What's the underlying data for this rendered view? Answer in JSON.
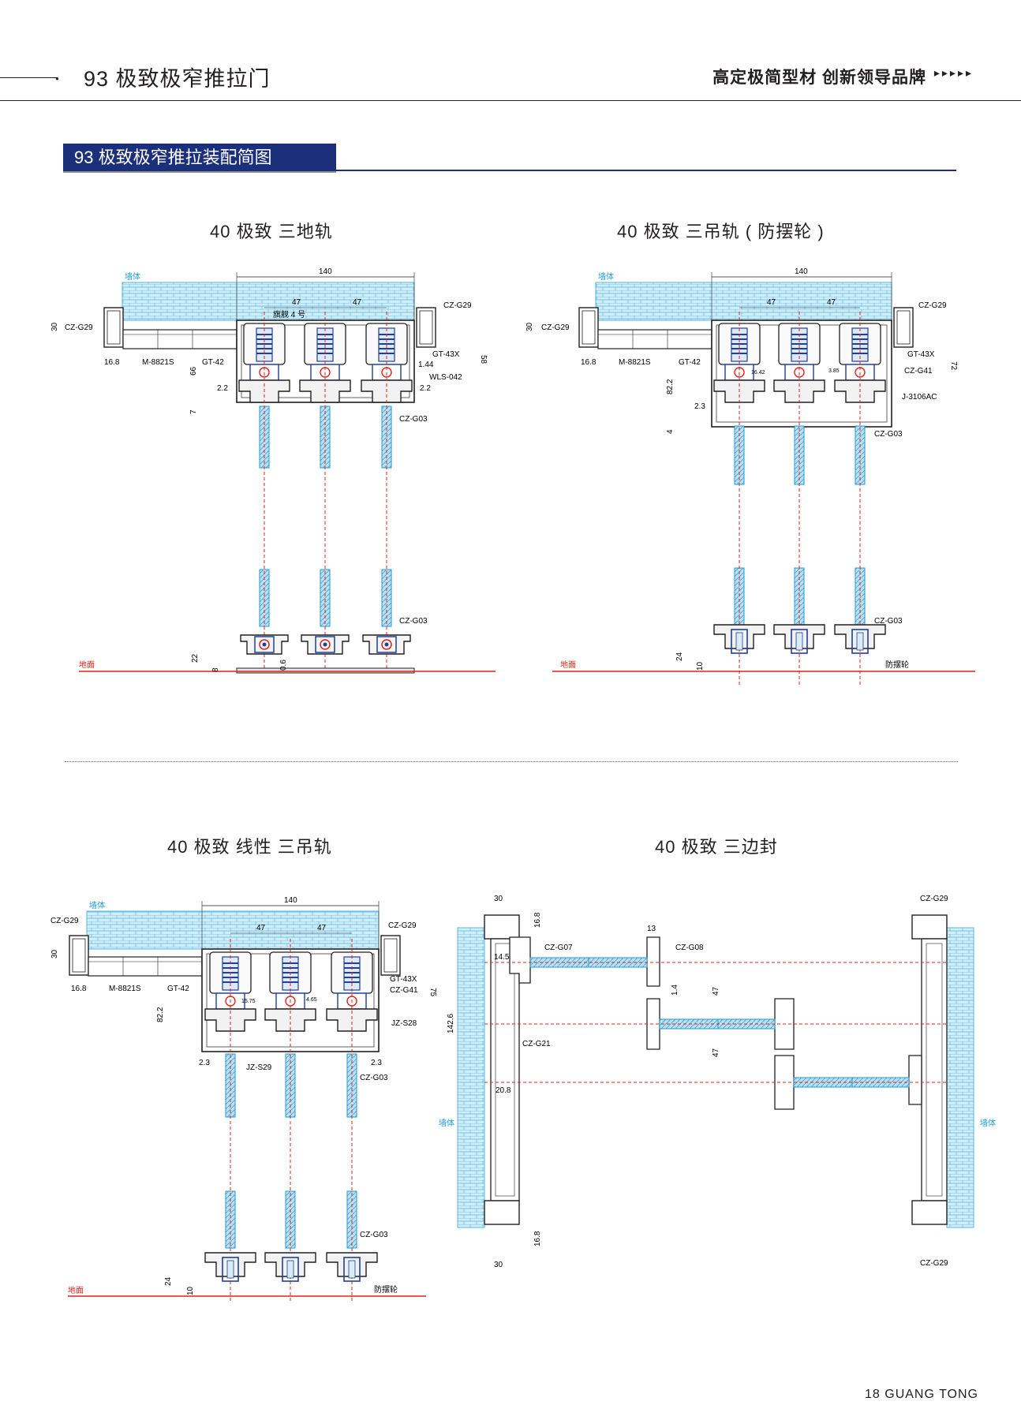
{
  "header": {
    "title": "93 极致极窄推拉门",
    "slogan": "高定极简型材  创新领导品牌",
    "arrows": "▸▸▸▸▸"
  },
  "section": {
    "title": "93 极致极窄推拉装配简图"
  },
  "diagrams": {
    "d1": {
      "title": "40 极致 三地轨",
      "labels": {
        "wall": "墙体",
        "width": "140",
        "a": "47",
        "b": "47",
        "flag": "旗舰 4 号",
        "czg29r": "CZ-G29",
        "czg29l": "CZ-G29",
        "d30": "30",
        "d168": "16.8",
        "m8821": "M-8821S",
        "gt42": "GT-42",
        "d66": "66",
        "d58": "58",
        "gt43": "GT-43X",
        "d144": "1.44",
        "wls": "WLS-042",
        "d22a": "2.2",
        "d22b": "2.2",
        "d7": "7",
        "czg03a": "CZ-G03",
        "czg03b": "CZ-G03",
        "floor": "地面",
        "d22": "22",
        "d8": "8",
        "d06": "0.6"
      }
    },
    "d2": {
      "title": "40 极致 三吊轨 ( 防摆轮 )",
      "labels": {
        "wall": "墙体",
        "width": "140",
        "a": "47",
        "b": "47",
        "czg29r": "CZ-G29",
        "czg29l": "CZ-G29",
        "d30": "30",
        "d168": "16.8",
        "m8821": "M-8821S",
        "gt42": "GT-42",
        "d822": "82.2",
        "d1642": "16.42",
        "d385": "3.85",
        "gt43": "GT-43X",
        "czg41": "CZ-G41",
        "d72": "72",
        "j3106": "J-3106AC",
        "d23": "2.3",
        "d4": "4",
        "czg03a": "CZ-G03",
        "czg03b": "CZ-G03",
        "floor": "地面",
        "d24": "24",
        "d10": "10",
        "antisway": "防摆轮"
      }
    },
    "d3": {
      "title": "40 极致 线性 三吊轨",
      "labels": {
        "wall": "墙体",
        "width": "140",
        "a": "47",
        "b": "47",
        "czg29r": "CZ-G29",
        "czg29l": "CZ-G29",
        "d30": "30",
        "d168": "16.8",
        "m8821": "M-8821S",
        "gt42": "GT-42",
        "d822": "82.2",
        "d1575": "15.75",
        "d465": "4.65",
        "gt43": "GT-43X",
        "czg41": "CZ-G41",
        "d75": "75",
        "jzs28": "JZ-S28",
        "d23a": "2.3",
        "d23b": "2.3",
        "jzs29": "JZ-S29",
        "czg03a": "CZ-G03",
        "czg03b": "CZ-G03",
        "floor": "地面",
        "d24": "24",
        "d10": "10",
        "antisway": "防摆轮"
      }
    },
    "d4": {
      "title": "40 极致 三边封",
      "labels": {
        "d30t": "30",
        "d168t": "16.8",
        "czg07": "CZ-G07",
        "d145": "14.5",
        "d13": "13",
        "czg08": "CZ-G08",
        "d14": "1.4",
        "d47a": "47",
        "d47b": "47",
        "d1426": "142.6",
        "czg21": "CZ-G21",
        "d208": "20.8",
        "wallL": "墙体",
        "wallR": "墙体",
        "czg29t": "CZ-G29",
        "czg29b": "CZ-G29",
        "d168b": "16.8",
        "d30b": "30"
      }
    }
  },
  "footer": {
    "page": "18  GUANG TONG"
  },
  "colors": {
    "navy": "#1c2f7a",
    "profile_blue": "#1f3f9a",
    "wall_fill": "#cfeefa",
    "wall_line": "#5bb7de",
    "glass": "#9fd2ec",
    "red": "#e2231a",
    "dim": "#231f20"
  }
}
